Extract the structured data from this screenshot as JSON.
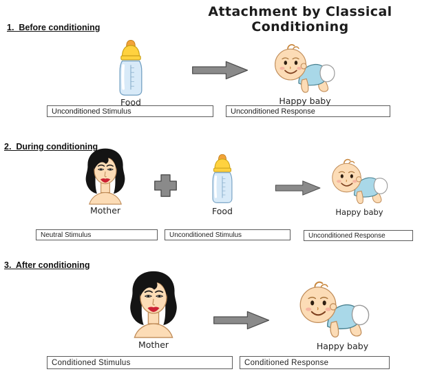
{
  "title": "Attachment by Classical Conditioning",
  "colors": {
    "arrow": "#8a8a8a",
    "arrow_outline": "#4d4d4d",
    "bottle_cap": "#ffd23f",
    "nipple": "#f2a338",
    "bottle_body": "#d8eaf8",
    "baby_shirt": "#a9d8e8",
    "skin": "#fcdcb6",
    "hair": "#141414",
    "lips": "#cc2233"
  },
  "sections": [
    {
      "heading": "1.  Before conditioning",
      "stimulus": {
        "caption": "Food",
        "icon": "baby-bottle-icon"
      },
      "response": {
        "caption": "Happy baby",
        "icon": "happy-baby-icon"
      },
      "arrow_icon": "arrow-right-icon",
      "labels": {
        "stimulus": "Unconditioned Stimulus",
        "response": "Unconditioned Response"
      }
    },
    {
      "heading": "2.  During conditioning",
      "neutral": {
        "caption": "Mother",
        "icon": "mother-icon"
      },
      "plus_icon": "plus-icon",
      "stimulus": {
        "caption": "Food",
        "icon": "baby-bottle-icon"
      },
      "response": {
        "caption": "Happy baby",
        "icon": "happy-baby-icon"
      },
      "arrow_icon": "arrow-right-icon",
      "labels": {
        "neutral": "Neutral Stimulus",
        "stimulus": "Unconditioned Stimulus",
        "response": "Unconditioned Response"
      }
    },
    {
      "heading": "3.  After conditioning",
      "stimulus": {
        "caption": "Mother",
        "icon": "mother-icon"
      },
      "response": {
        "caption": "Happy baby",
        "icon": "happy-baby-icon"
      },
      "arrow_icon": "arrow-right-icon",
      "labels": {
        "stimulus": "Conditioned Stimulus",
        "response": "Conditioned Response"
      }
    }
  ]
}
